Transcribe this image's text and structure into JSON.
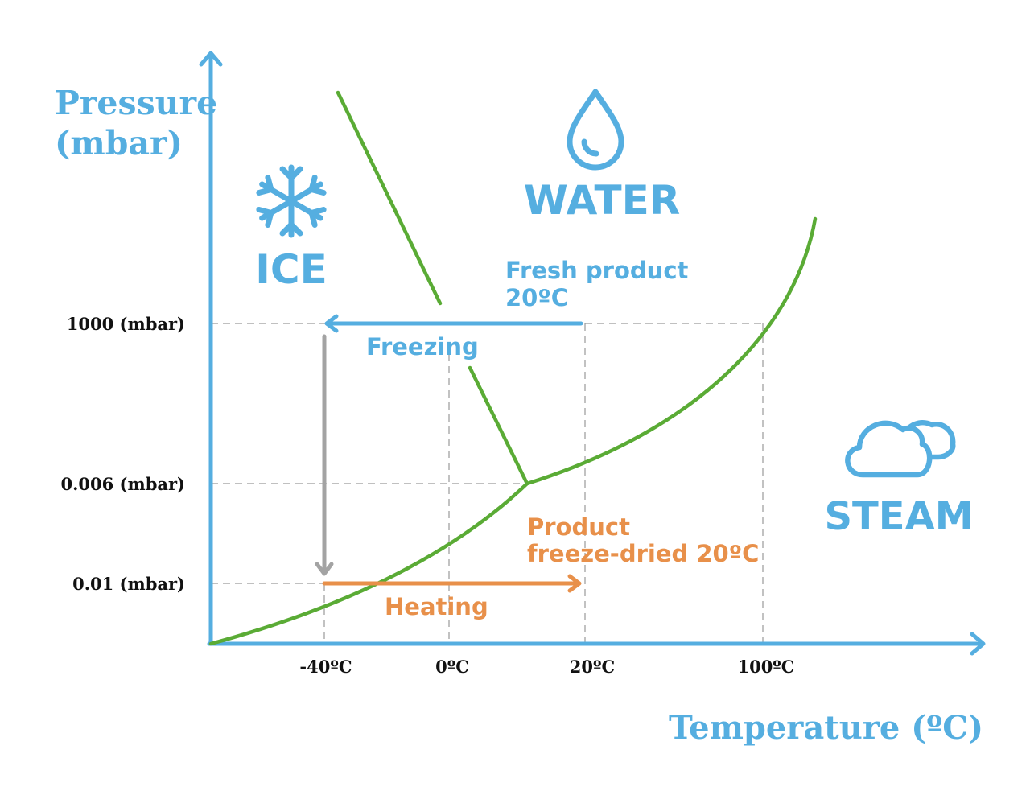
{
  "axes": {
    "y_label_line1": "Pressure",
    "y_label_line2": "(mbar)",
    "x_label": "Temperature (ºC)"
  },
  "y_ticks": [
    "1000 (mbar)",
    "0.006 (mbar)",
    "0.01 (mbar)"
  ],
  "x_ticks": [
    "-40ºC",
    "0ºC",
    "20ºC",
    "100ºC"
  ],
  "regions": {
    "ice": "ICE",
    "water": "WATER",
    "steam": "STEAM"
  },
  "annotations": {
    "fresh_line1": "Fresh product",
    "fresh_line2": "20ºC",
    "freezing": "Freezing",
    "dried_line1": "Product",
    "dried_line2": "freeze-dried 20ºC",
    "heating": "Heating"
  },
  "icons": {
    "ice": "snowflake-icon",
    "water": "water-drop-icon",
    "steam": "cloud-icon"
  },
  "colors": {
    "blue": "#55aee0",
    "green": "#5aab35",
    "orange": "#e8904a",
    "gray": "#a3a3a3",
    "text_dark": "#111111",
    "dash": "#9a9a9a"
  }
}
